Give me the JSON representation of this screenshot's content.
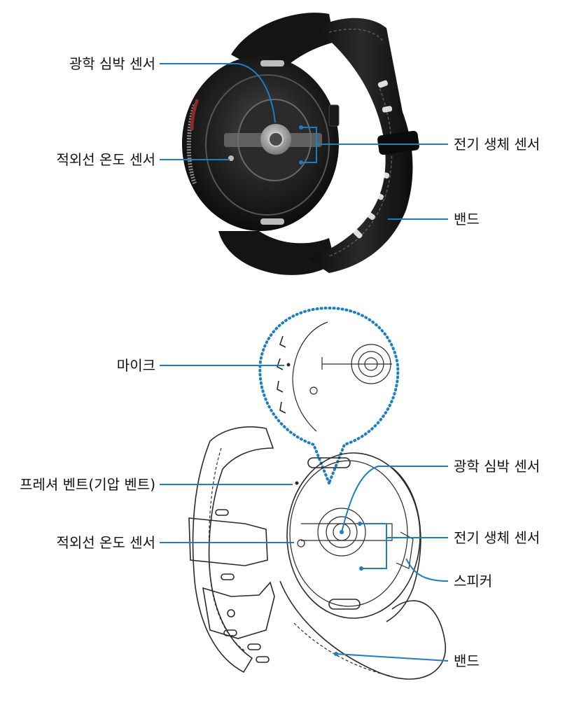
{
  "colors": {
    "leader": "#1b7fc1",
    "watch_body": "#1a1a1a",
    "strap": "#111111",
    "zoom_dots": "#1b7fc1",
    "bezel_accent": "#8a2d2a"
  },
  "photo_view": {
    "labels": {
      "optical_hr_sensor": "광학 심박 센서",
      "ir_temp_sensor": "적외선 온도 센서",
      "bioelectrical_sensor": "전기 생체 센서",
      "band": "밴드"
    }
  },
  "line_view": {
    "labels": {
      "microphone": "마이크",
      "pressure_vent": "프레셔 벤트(기압 벤트)",
      "ir_temp_sensor": "적외선 온도 센서",
      "optical_hr_sensor": "광학 심박 센서",
      "bioelectrical_sensor": "전기 생체 센서",
      "speaker": "스피커",
      "band": "밴드"
    }
  }
}
